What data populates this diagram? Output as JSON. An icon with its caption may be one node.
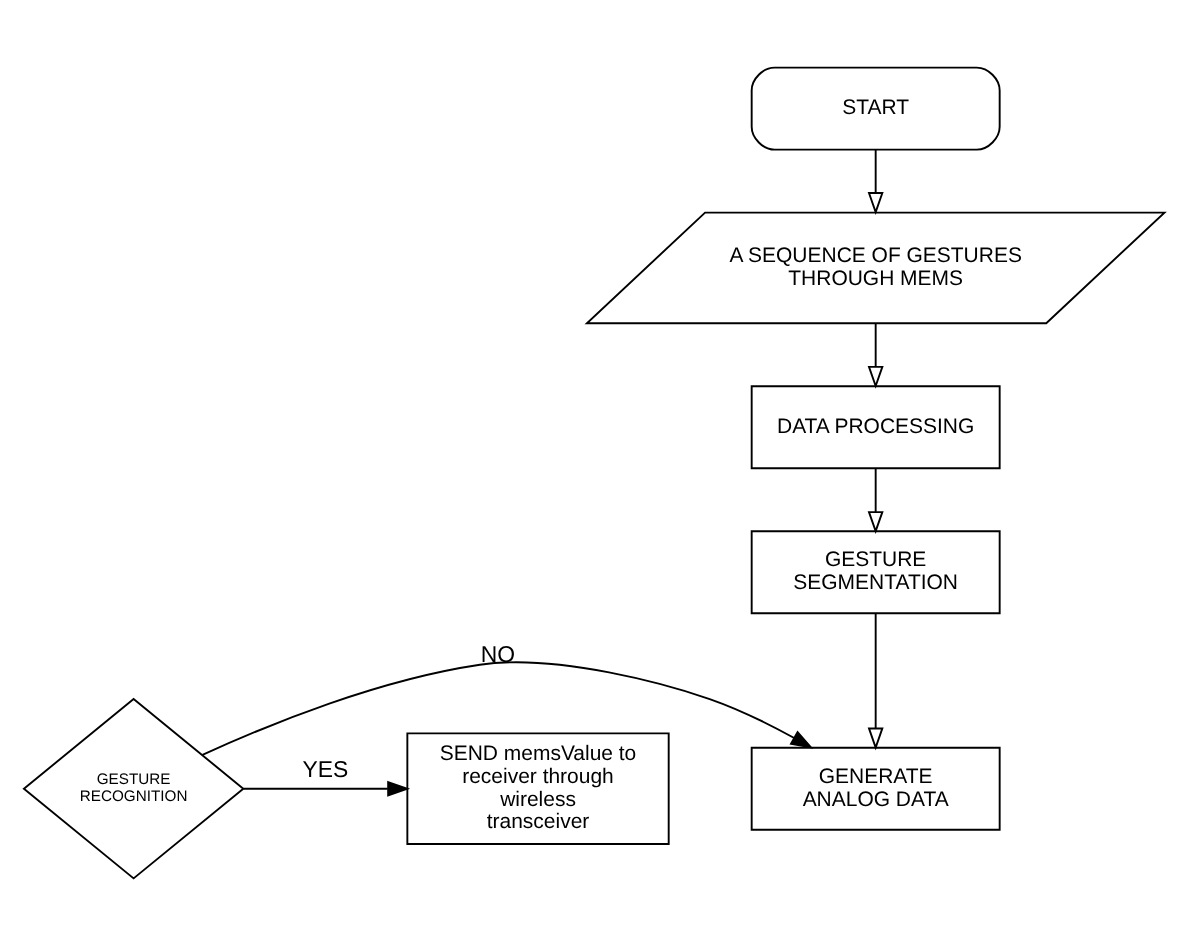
{
  "diagram": {
    "nodes": [
      {
        "text": [
          "START"
        ]
      },
      {
        "text": [
          "A SEQUENCE OF GESTURES THROUGH MEMS"
        ]
      },
      {
        "text": [
          "DATA PROCESSING"
        ]
      },
      {
        "text": [
          "GESTURE SEGMENTATION"
        ]
      },
      {
        "text": [
          "GENERATE ANALOG DATA"
        ]
      },
      {
        "text": [
          "GESTURE RECOGNITION"
        ]
      },
      {
        "text": [
          "SEND memsValue to receiver through wireless transceiver"
        ]
      }
    ],
    "edges": [
      {
        "from": 0,
        "to": 1,
        "arrow": "to"
      },
      {
        "from": 1,
        "to": 2,
        "arrow": "to"
      },
      {
        "from": 2,
        "to": 3,
        "arrow": "to"
      },
      {
        "from": 3,
        "to": 4,
        "arrow": "to"
      },
      {
        "from": 5,
        "to": 4,
        "arrow": "to",
        "label": "NO"
      },
      {
        "from": 5,
        "to": 6,
        "arrow": "to",
        "label": "YES"
      }
    ]
  }
}
